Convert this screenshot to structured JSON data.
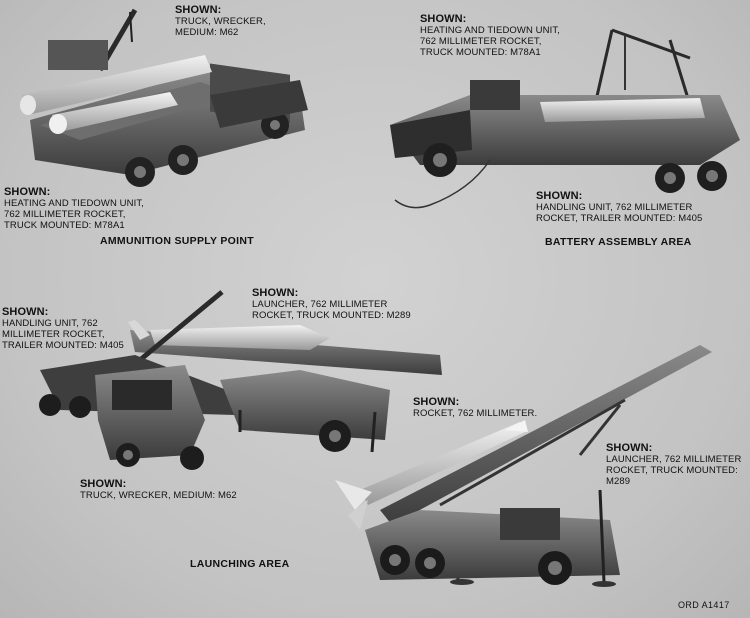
{
  "captions": {
    "wrecker_top": {
      "heading": "SHOWN:",
      "lines": [
        "TRUCK, WRECKER,",
        "MEDIUM: M62"
      ]
    },
    "heating_top": {
      "heading": "SHOWN:",
      "lines": [
        "HEATING AND TIEDOWN UNIT,",
        "762 MILLIMETER ROCKET,",
        "TRUCK MOUNTED: M78A1"
      ]
    },
    "heating_left": {
      "heading": "SHOWN:",
      "lines": [
        "HEATING AND TIEDOWN UNIT,",
        "762 MILLIMETER ROCKET,",
        "TRUCK MOUNTED: M78A1"
      ]
    },
    "handling_right": {
      "heading": "SHOWN:",
      "lines": [
        "HANDLING UNIT, 762 MILLIMETER",
        "ROCKET, TRAILER MOUNTED: M405"
      ]
    },
    "launcher_mid": {
      "heading": "SHOWN:",
      "lines": [
        "LAUNCHER, 762 MILLIMETER",
        "ROCKET, TRUCK MOUNTED: M289"
      ]
    },
    "handling_left": {
      "heading": "SHOWN:",
      "lines": [
        "HANDLING UNIT, 762",
        "MILLIMETER ROCKET,",
        "TRAILER MOUNTED: M405"
      ]
    },
    "rocket": {
      "heading": "SHOWN:",
      "lines": [
        "ROCKET, 762 MILLIMETER."
      ]
    },
    "launcher_right": {
      "heading": "SHOWN:",
      "lines": [
        "LAUNCHER, 762 MILLIMETER",
        "ROCKET, TRUCK MOUNTED:",
        "M289"
      ]
    },
    "wrecker_bottom": {
      "heading": "SHOWN:",
      "lines": [
        "TRUCK, WRECKER, MEDIUM: M62"
      ]
    }
  },
  "areas": {
    "ammunition": "AMMUNITION SUPPLY POINT",
    "battery": "BATTERY ASSEMBLY AREA",
    "launching": "LAUNCHING AREA"
  },
  "figure_ref": "ORD A1417"
}
